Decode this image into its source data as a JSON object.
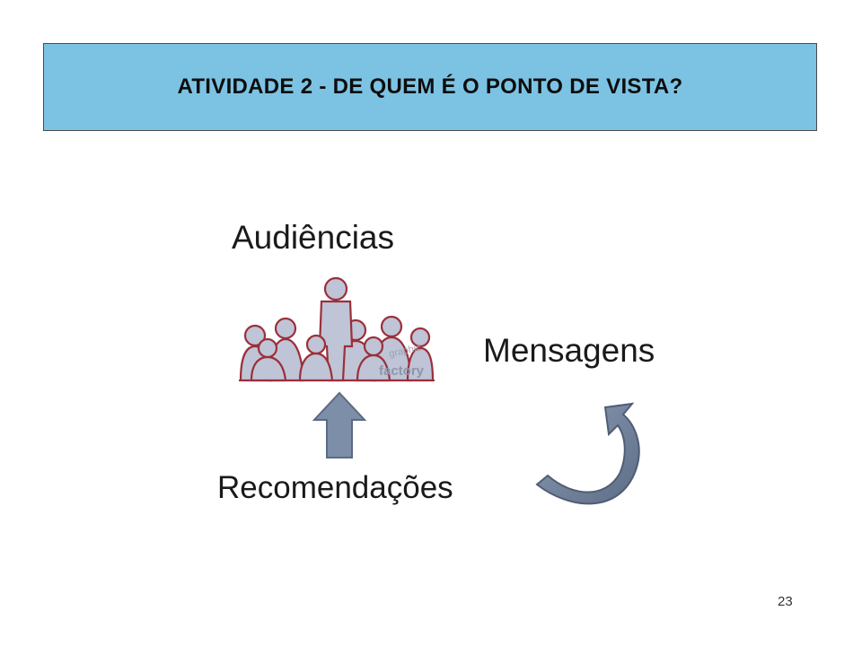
{
  "slide": {
    "title": "ATIVIDADE 2 - DE QUEM É O PONTO DE VISTA?",
    "page_number": "23"
  },
  "diagram": {
    "nodes": {
      "audiences": "Audiências",
      "messages": "Mensagens",
      "recommendations": "Recomendações"
    },
    "image_watermark": "graphic factory"
  },
  "colors": {
    "title_background": "#7cc3e3",
    "figure_fill": "#bfc4d6",
    "figure_outline": "#9b2f3a",
    "arrow_fill": "#7d8ea8"
  },
  "icons": {
    "audience": "audience-silhouette-icon",
    "up_arrow": "up-arrow-icon",
    "curved_arrow": "curved-arrow-icon"
  }
}
